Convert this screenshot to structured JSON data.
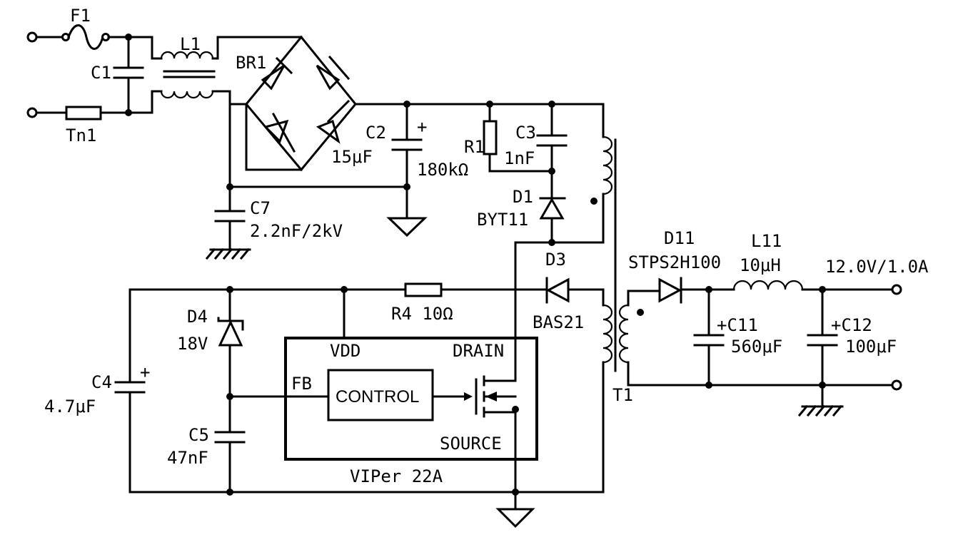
{
  "labels": {
    "f1": "F1",
    "tn1": "Tn1",
    "c1": "C1",
    "l1": "L1",
    "br1": "BR1",
    "c2": "C2",
    "c2_val": "15μF",
    "c7": "C7",
    "c7_val": "2.2nF/2kV",
    "r1": "R1",
    "r1_val": "180kΩ",
    "c3": "C3",
    "c3_val": "1nF",
    "d1": "D1",
    "d1_val": "BYT11",
    "d3": "D3",
    "d3_val": "BAS21",
    "r4": "R4 10Ω",
    "d4": "D4",
    "d4_val": "18V",
    "c4": "C4",
    "c4_val": "4.7μF",
    "c5": "C5",
    "c5_val": "47nF",
    "vdd": "VDD",
    "drain": "DRAIN",
    "fb": "FB",
    "control": "CONTROL",
    "source": "SOURCE",
    "ic": "VIPer 22A",
    "t1": "T1",
    "d11": "D11",
    "d11_val": "STPS2H100",
    "l11": "L11",
    "l11_val": "10μH",
    "output": "12.0V/1.0A",
    "c11": "+C11",
    "c11_val": "560μF",
    "c12": "+C12",
    "c12_val": "100μF",
    "plus": "+"
  }
}
